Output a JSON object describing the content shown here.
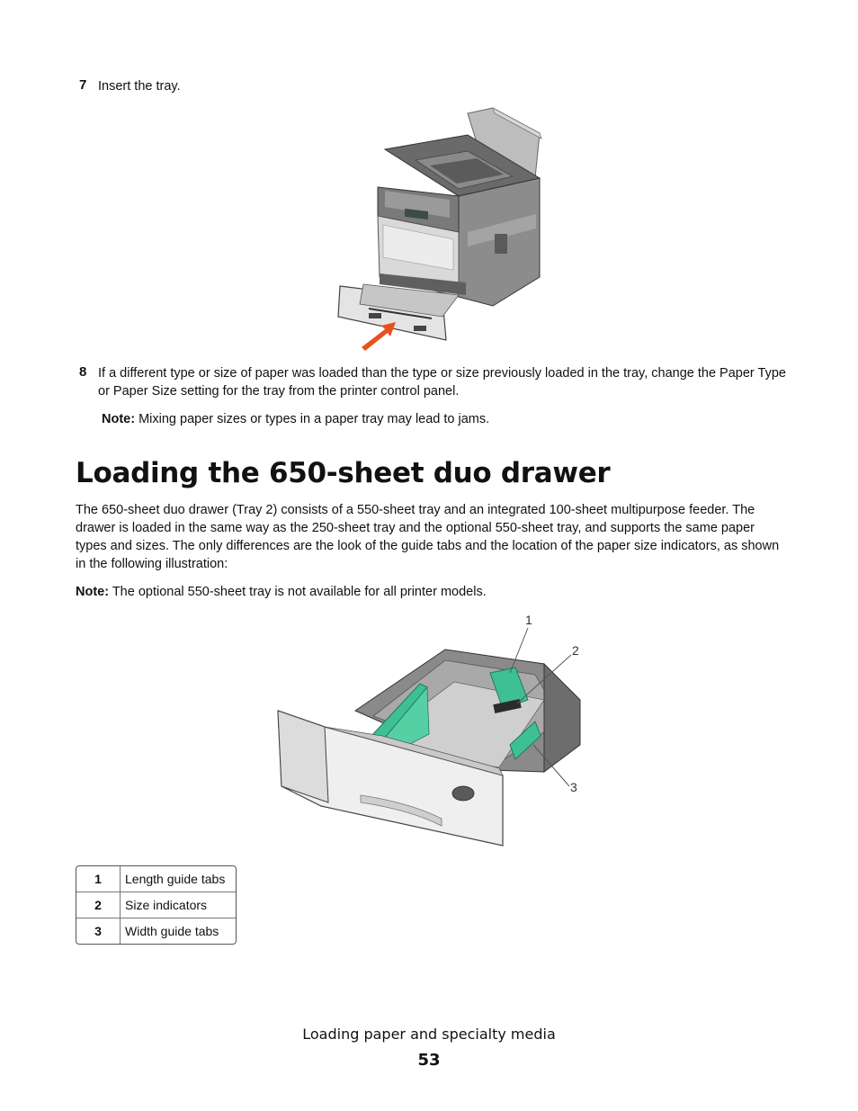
{
  "step7": {
    "number": "7",
    "text": "Insert the tray."
  },
  "step8": {
    "number": "8",
    "text": "If a different type or size of paper was loaded than the type or size previously loaded in the tray, change the Paper Type or Paper Size setting for the tray from the printer control panel."
  },
  "note1": {
    "label": "Note:",
    "text": " Mixing paper sizes or types in a paper tray may lead to jams."
  },
  "section": {
    "heading": "Loading the 650-sheet duo drawer",
    "paragraph": "The 650-sheet duo drawer (Tray 2) consists of a 550-sheet tray and an integrated 100-sheet multipurpose feeder. The drawer is loaded in the same way as the 250-sheet tray and the optional 550-sheet tray, and supports the same paper types and sizes. The only differences are the look of the guide tabs and the location of the paper size indicators, as shown in the following illustration:"
  },
  "note2": {
    "label": "Note:",
    "text": " The optional 550-sheet tray is not available for all printer models."
  },
  "figure_callouts": [
    "1",
    "2",
    "3"
  ],
  "callouts": [
    {
      "num": "1",
      "desc": "Length guide tabs"
    },
    {
      "num": "2",
      "desc": "Size indicators"
    },
    {
      "num": "3",
      "desc": "Width guide tabs"
    }
  ],
  "footer": {
    "title": "Loading paper and specialty media",
    "page": "53"
  },
  "colors": {
    "guide_tab": "#3fbf94",
    "arrow": "#e8501e",
    "text": "#111111"
  }
}
